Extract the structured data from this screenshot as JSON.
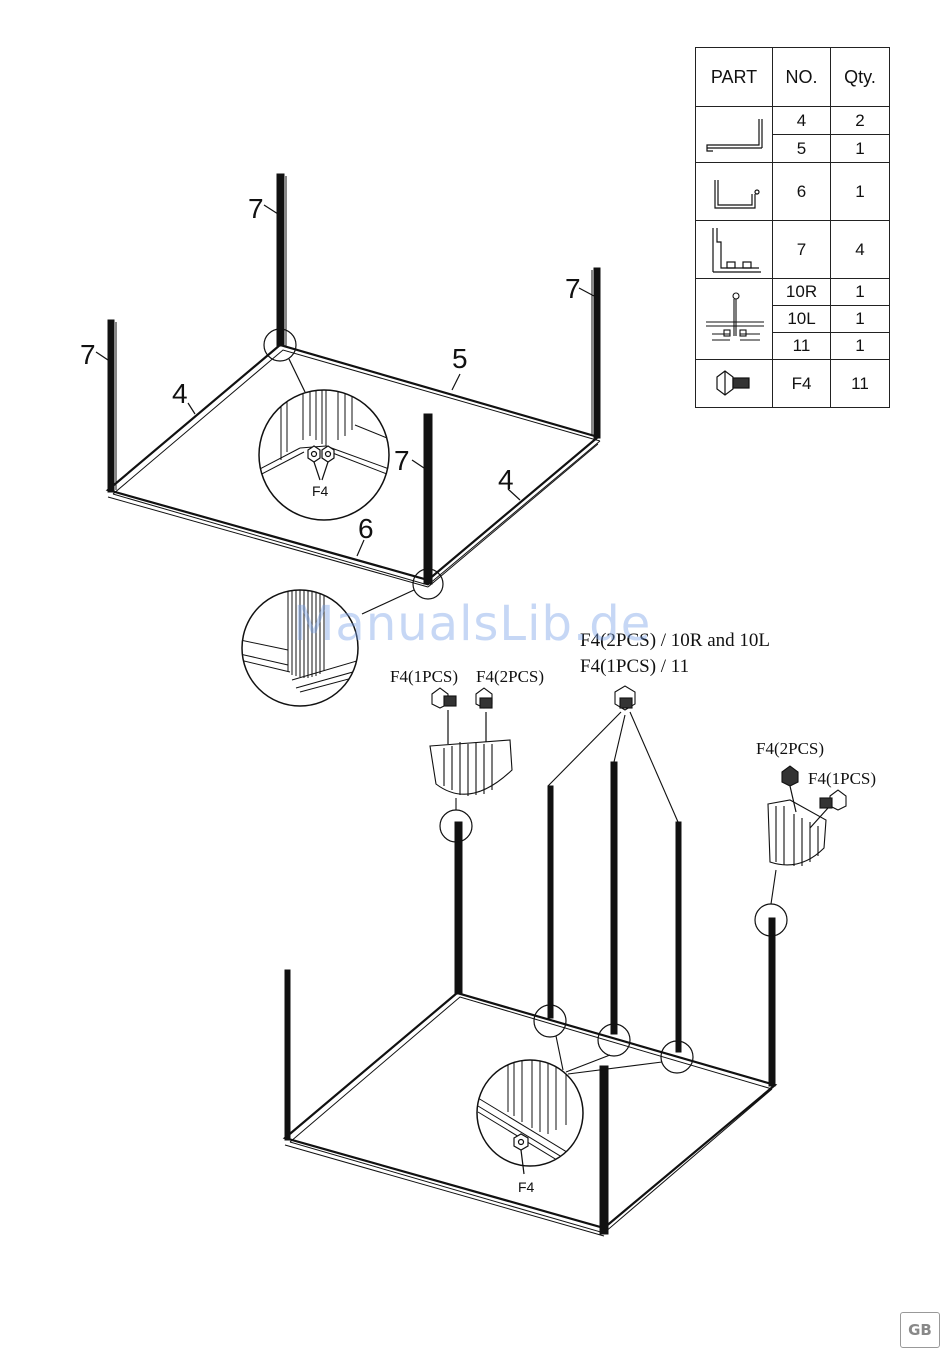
{
  "parts_table": {
    "headers": {
      "part": "PART",
      "no": "NO.",
      "qty": "Qty."
    },
    "groups": [
      {
        "icon": "floor-rail-icon",
        "rows": [
          {
            "no": "4",
            "qty": "2"
          },
          {
            "no": "5",
            "qty": "1"
          }
        ]
      },
      {
        "icon": "u-channel-icon",
        "rows": [
          {
            "no": "6",
            "qty": "1"
          }
        ]
      },
      {
        "icon": "corner-post-icon",
        "rows": [
          {
            "no": "7",
            "qty": "4"
          }
        ]
      },
      {
        "icon": "panel-joint-icon",
        "rows": [
          {
            "no": "10R",
            "qty": "1"
          },
          {
            "no": "10L",
            "qty": "1"
          },
          {
            "no": "11",
            "qty": "1"
          }
        ]
      },
      {
        "icon": "bolt-icon",
        "rows": [
          {
            "no": "F4",
            "qty": "11"
          }
        ]
      }
    ]
  },
  "upper_diagram": {
    "post_labels": [
      "7",
      "7",
      "7",
      "7"
    ],
    "rail_labels": {
      "left": "4",
      "back": "5",
      "right": "4",
      "front": "6"
    },
    "detail_bolt_label": "F4"
  },
  "lower_diagram": {
    "left_callout": [
      "F4(1PCS)",
      "F4(2PCS)"
    ],
    "center_callout": [
      "F4(2PCS) / 10R and 10L",
      "F4(1PCS) / 11"
    ],
    "right_callout": [
      "F4(2PCS)",
      "F4(1PCS)"
    ],
    "detail_bolt_label": "F4"
  },
  "watermark": "ManualsLib.de",
  "page_badge": "GB"
}
